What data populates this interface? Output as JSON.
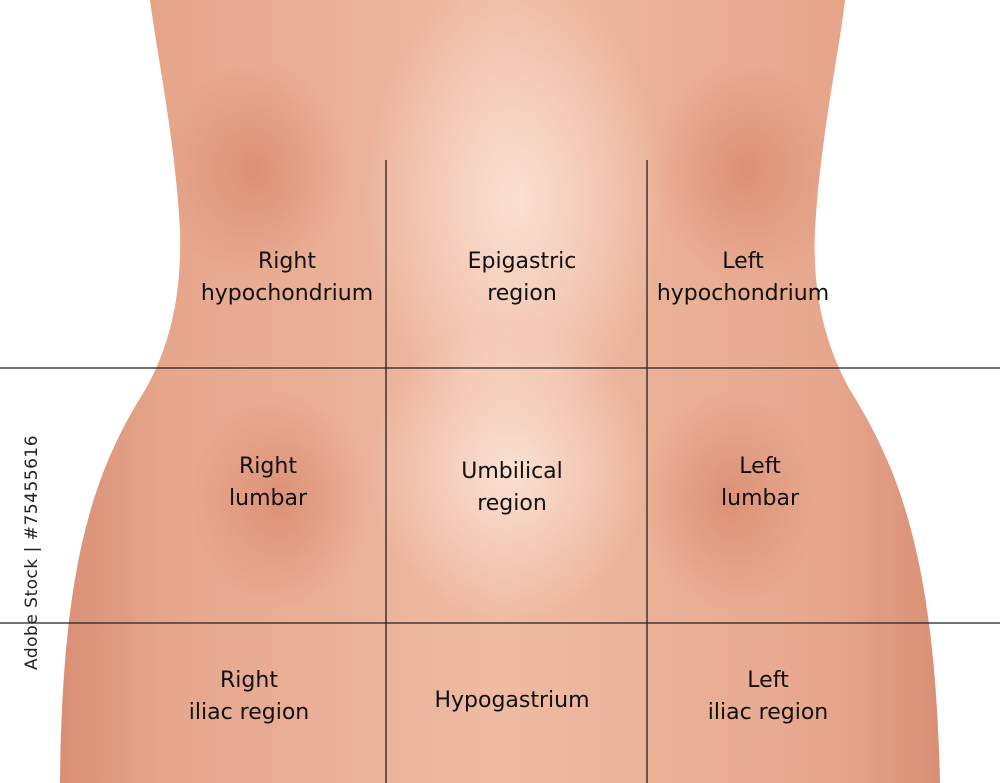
{
  "regions": {
    "right_hypochondrium": [
      "Right",
      "hypochondrium"
    ],
    "epigastric": [
      "Epigastric",
      "region"
    ],
    "left_hypochondrium": [
      "Left",
      "hypochondrium"
    ],
    "right_lumbar": [
      "Right",
      "lumbar"
    ],
    "umbilical": [
      "Umbilical",
      "region"
    ],
    "left_lumbar": [
      "Left",
      "lumbar"
    ],
    "right_iliac": [
      "Right",
      "iliac region"
    ],
    "hypogastrium": [
      "Hypogastrium"
    ],
    "left_iliac": [
      "Left",
      "iliac region"
    ]
  },
  "stock_label": "Adobe Stock | #75455616",
  "colors": {
    "skin_base": "#e8ab92",
    "skin_light": "#f6d4c3",
    "skin_shadow": "#d98f75",
    "grid_line": "#222222"
  }
}
